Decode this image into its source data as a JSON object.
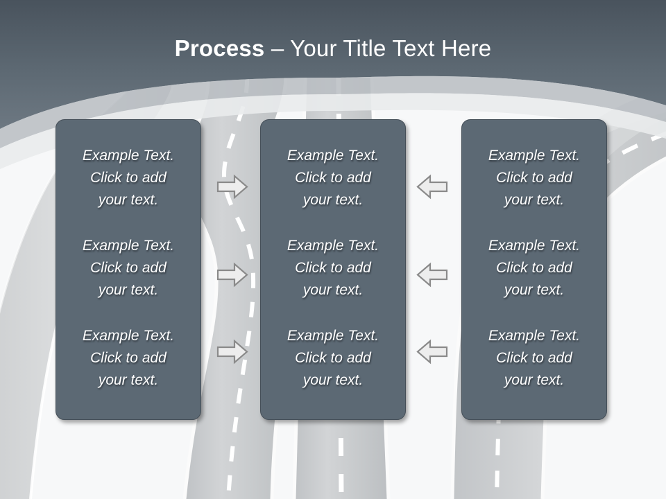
{
  "slide": {
    "title": {
      "strong": "Process",
      "rest": " – Your Title Text Here"
    },
    "background": {
      "header_color_top": "#4a545e",
      "header_color_bottom": "#6c7781",
      "canvas_color": "#f7f8f9",
      "road_color": "#c9cbcd",
      "road_line_color": "#ffffff"
    }
  },
  "boxes": [
    {
      "name": "box-left",
      "items": [
        "Example Text.\nClick  to add\nyour text.",
        "Example Text.\nClick  to add\nyour text.",
        "Example Text.\nClick  to add\nyour text."
      ]
    },
    {
      "name": "box-center",
      "items": [
        "Example Text.\nClick  to add\nyour text.",
        "Example Text.\nClick  to add\nyour text.",
        "Example Text.\nClick  to add\nyour text."
      ]
    },
    {
      "name": "box-right",
      "items": [
        "Example Text.\nClick  to add\nyour text.",
        "Example Text.\nClick  to add\nyour text.",
        "Example Text.\nClick  to add\nyour text."
      ]
    }
  ],
  "arrows": {
    "fill": "#ededed",
    "stroke": "#8a8a8a",
    "left_column_direction": "right",
    "right_column_direction": "left",
    "count_per_column": 3
  },
  "style": {
    "box_fill": "#5c6974",
    "box_border": "#454f58",
    "text_color": "#ffffff"
  }
}
